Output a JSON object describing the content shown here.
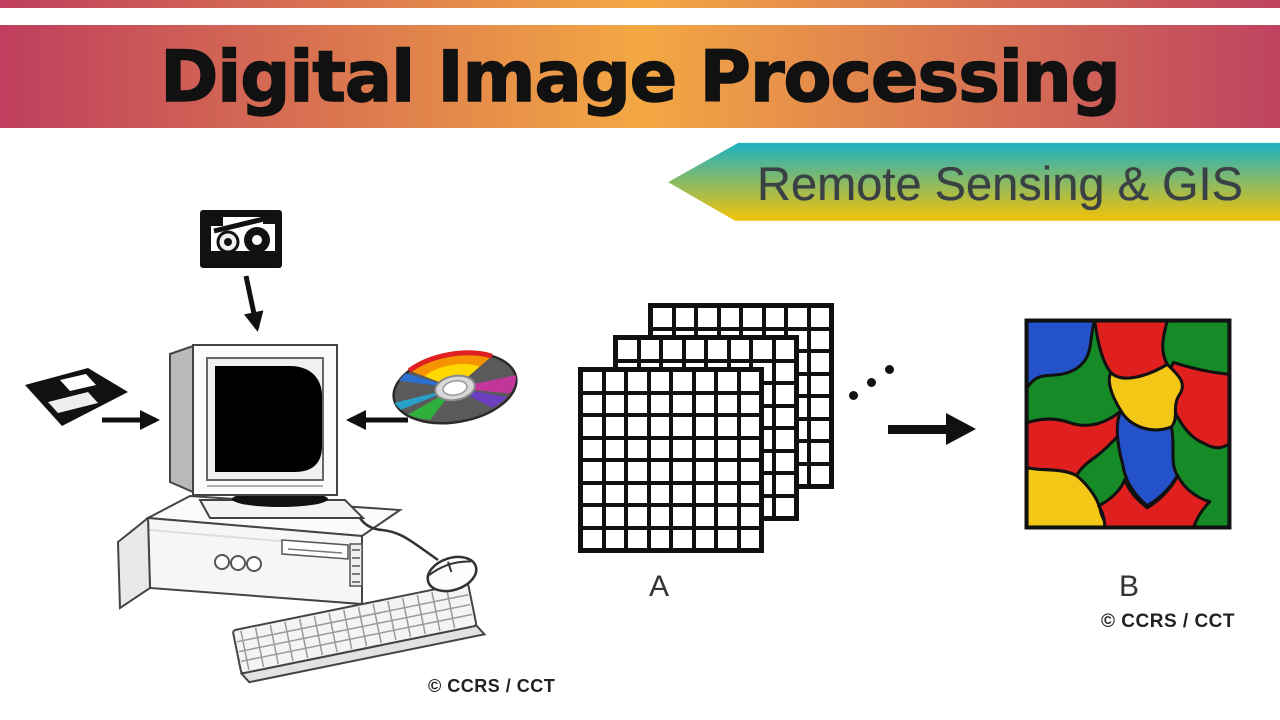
{
  "theme": {
    "headerL": "#bf3e5e",
    "headerM": "#f3a843",
    "headerR": "#bf4360",
    "ribbonTop": "#28b2bb",
    "ribbonBottom": "#f0c20a",
    "ribbonText": "#3a4145",
    "ink": "#111111",
    "caption": "#222222",
    "gridLine": "#111111",
    "gridCell": "#ffffff",
    "cRed": "#e01f1f",
    "cGreen": "#158a26",
    "cBlue": "#2352cb",
    "cYellow": "#f2c715"
  },
  "header": {
    "title": "Digital Image Processing"
  },
  "ribbon": {
    "label": "Remote Sensing & GIS"
  },
  "computer": {
    "caption": "© CCRS / CCT",
    "icons": [
      "tape-drive",
      "floppy-disk",
      "cd-rom",
      "monitor",
      "tower",
      "keyboard",
      "mouse"
    ]
  },
  "input_stack": {
    "label": "A",
    "grid": {
      "rows": 8,
      "cols": 8,
      "layers": 3
    }
  },
  "output_image": {
    "label": "B",
    "caption": "© CCRS / CCT",
    "classes": [
      "blue",
      "red",
      "green",
      "yellow"
    ]
  }
}
